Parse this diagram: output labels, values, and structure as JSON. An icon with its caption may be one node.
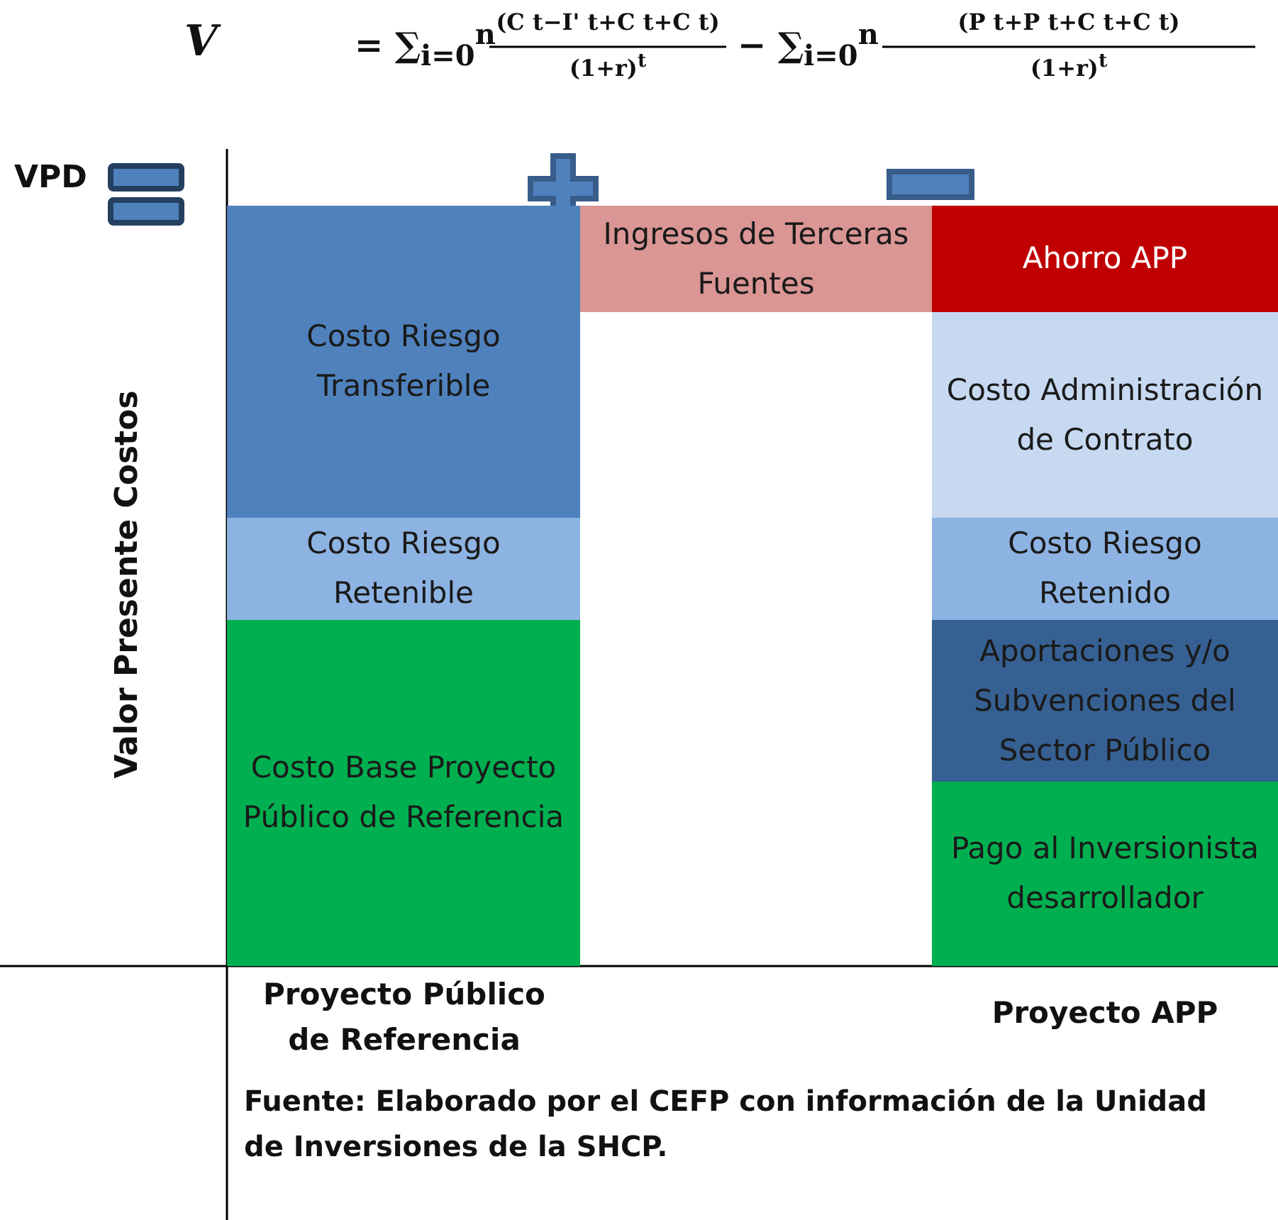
{
  "diagram": {
    "nodes": [
      {
        "text": [
          "Costo Riesgo Transferible"
        ]
      },
      {
        "text": [
          "Costo Riesgo Retenible"
        ]
      },
      {
        "text": [
          "Costo Base Proyecto Público de Referencia"
        ]
      },
      {
        "text": [
          "Ingresos de Terceras Fuentes"
        ]
      },
      {
        "text": [
          "Ahorro APP"
        ]
      },
      {
        "text": [
          "Costo Administración de Contrato"
        ]
      },
      {
        "text": [
          "Costo Riesgo Retenido"
        ]
      },
      {
        "text": [
          "Aportaciones y/o Subvenciones del Sector Público"
        ]
      },
      {
        "text": [
          "Pago al Inversionista desarrollador"
        ]
      }
    ],
    "edges": [],
    "labels": [
      "V",
      "= ∑$_{i=0}$$^{n}$",
      "(C t−I' t+C t+C t)",
      "(1+r)$^{t}$",
      "− ∑$_{i=0}$$^{n}$",
      "(P t+P t+C t+C t)",
      "(1+r)$^{t}$",
      "VPD",
      "Valor Presente Costos",
      "Proyecto Público de Referencia",
      "Proyecto APP",
      "Fuente: Elaborado por el CEFP con información de la Unidad de Inversiones de la SHCP."
    ]
  }
}
